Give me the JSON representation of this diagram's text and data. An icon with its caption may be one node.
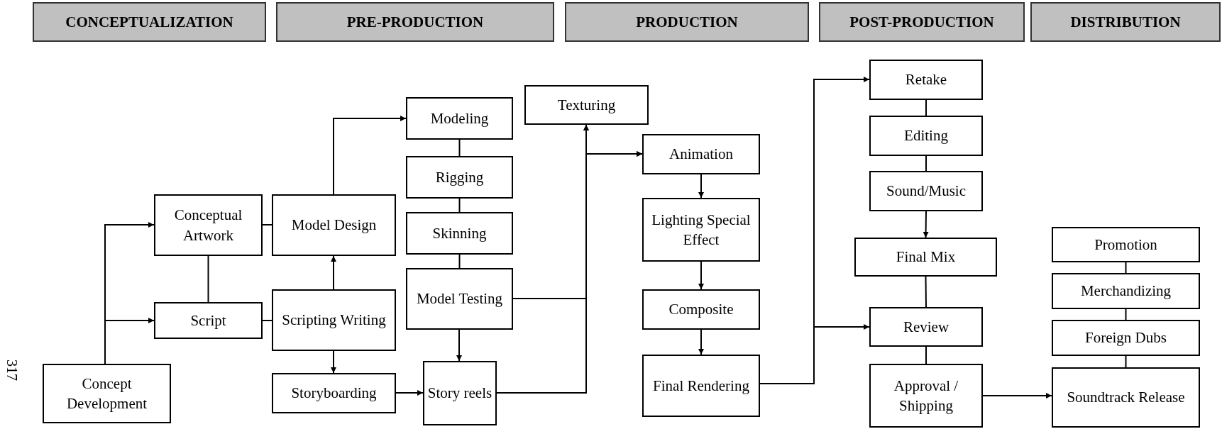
{
  "diagram": {
    "nodes": [
      {
        "text": [
          "CONCEPTUALIZATION"
        ]
      },
      {
        "text": [
          "PRE-PRODUCTION"
        ]
      },
      {
        "text": [
          "PRODUCTION"
        ]
      },
      {
        "text": [
          "POST-PRODUCTION"
        ]
      },
      {
        "text": [
          "DISTRIBUTION"
        ]
      },
      {
        "text": [
          "Concept Development"
        ]
      },
      {
        "text": [
          "Conceptual Artwork"
        ]
      },
      {
        "text": [
          "Script"
        ]
      },
      {
        "text": [
          "Model Design"
        ]
      },
      {
        "text": [
          "Modeling"
        ]
      },
      {
        "text": [
          "Texturing"
        ]
      },
      {
        "text": [
          "Scripting Writing"
        ]
      },
      {
        "text": [
          "Storyboarding"
        ]
      },
      {
        "text": [
          "Rigging"
        ]
      },
      {
        "text": [
          "Skinning"
        ]
      },
      {
        "text": [
          "Model Testing"
        ]
      },
      {
        "text": [
          "Story reels"
        ]
      },
      {
        "text": [
          "Animation"
        ]
      },
      {
        "text": [
          "Lighting Special Effect"
        ]
      },
      {
        "text": [
          "Composite"
        ]
      },
      {
        "text": [
          "Final Rendering"
        ]
      },
      {
        "text": [
          "Retake"
        ]
      },
      {
        "text": [
          "Editing"
        ]
      },
      {
        "text": [
          "Sound/Music"
        ]
      },
      {
        "text": [
          "Final Mix"
        ]
      },
      {
        "text": [
          "Review"
        ]
      },
      {
        "text": [
          "Approval / Shipping"
        ]
      },
      {
        "text": [
          "Promotion"
        ]
      },
      {
        "text": [
          "Merchandizing"
        ]
      },
      {
        "text": [
          "Foreign Dubs"
        ]
      },
      {
        "text": [
          "Soundtrack Release"
        ]
      }
    ],
    "edges": [
      {
        "from": 5,
        "to": 6,
        "arrow": "to"
      },
      {
        "from": 5,
        "to": 7,
        "arrow": "to"
      },
      {
        "from": 6,
        "to": 7,
        "arrow": "none"
      },
      {
        "from": 6,
        "to": 8,
        "arrow": "none"
      },
      {
        "from": 7,
        "to": 11,
        "arrow": "none"
      },
      {
        "from": 11,
        "to": 8,
        "arrow": "to"
      },
      {
        "from": 8,
        "to": 9,
        "arrow": "to"
      },
      {
        "from": 11,
        "to": 12,
        "arrow": "to"
      },
      {
        "from": 12,
        "to": 16,
        "arrow": "to"
      },
      {
        "from": 9,
        "to": 13,
        "arrow": "none"
      },
      {
        "from": 13,
        "to": 14,
        "arrow": "none"
      },
      {
        "from": 14,
        "to": 15,
        "arrow": "none"
      },
      {
        "from": 15,
        "to": 16,
        "arrow": "to"
      },
      {
        "from": 15,
        "to": 10,
        "arrow": "to"
      },
      {
        "from": 15,
        "to": 17,
        "arrow": "to"
      },
      {
        "from": 16,
        "to": 10,
        "arrow": "to"
      },
      {
        "from": 16,
        "to": 17,
        "arrow": "to"
      },
      {
        "from": 17,
        "to": 18,
        "arrow": "to"
      },
      {
        "from": 18,
        "to": 19,
        "arrow": "to"
      },
      {
        "from": 19,
        "to": 20,
        "arrow": "to"
      },
      {
        "from": 20,
        "to": 21,
        "arrow": "to"
      },
      {
        "from": 20,
        "to": 25,
        "arrow": "to"
      },
      {
        "from": 21,
        "to": 22,
        "arrow": "none"
      },
      {
        "from": 22,
        "to": 23,
        "arrow": "none"
      },
      {
        "from": 23,
        "to": 24,
        "arrow": "to"
      },
      {
        "from": 24,
        "to": 25,
        "arrow": "none"
      },
      {
        "from": 25,
        "to": 26,
        "arrow": "none"
      },
      {
        "from": 26,
        "to": 30,
        "arrow": "to"
      },
      {
        "from": 27,
        "to": 28,
        "arrow": "none"
      },
      {
        "from": 28,
        "to": 29,
        "arrow": "none"
      },
      {
        "from": 29,
        "to": 30,
        "arrow": "none"
      }
    ],
    "labels": [
      "317"
    ]
  }
}
